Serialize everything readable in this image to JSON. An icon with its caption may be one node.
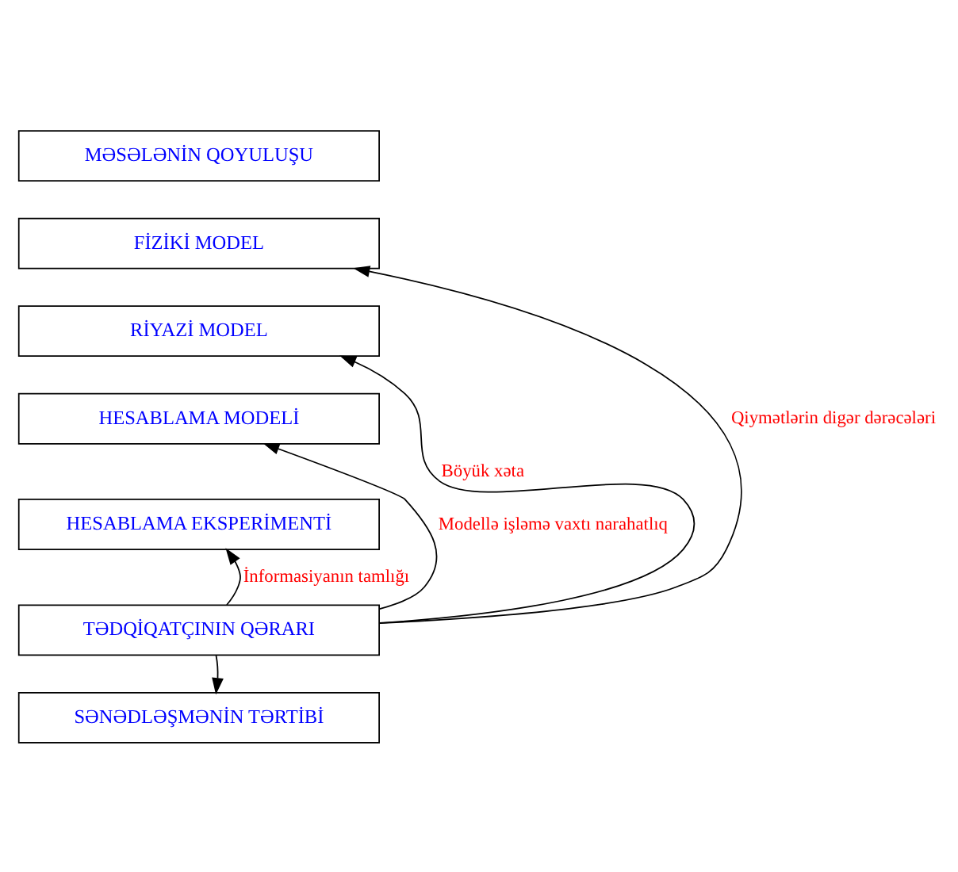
{
  "diagram": {
    "nodes": [
      {
        "text": [
          "MƏSƏLƏNİN QOYULUŞU"
        ]
      },
      {
        "text": [
          "FİZİKİ MODEL"
        ]
      },
      {
        "text": [
          "RİYAZİ MODEL"
        ]
      },
      {
        "text": [
          "HESABLAMA MODELİ"
        ]
      },
      {
        "text": [
          "HESABLAMA EKSPERİMENTİ"
        ]
      },
      {
        "text": [
          "TƏDQİQATÇININ QƏRARI"
        ]
      },
      {
        "text": [
          "SƏNƏDLƏŞMƏNİN TƏRTİBİ"
        ]
      }
    ],
    "edges": [
      {
        "from": 5,
        "to": 2,
        "arrow": "to",
        "label": "Böyük xəta"
      },
      {
        "from": 5,
        "to": 1,
        "arrow": "to",
        "label": "Qiymətlərin digər dərəcələri"
      },
      {
        "from": 5,
        "to": 6,
        "arrow": "to"
      },
      {
        "from": 5,
        "to": 3,
        "arrow": "to",
        "label": "Modellə işləmə vaxtı narahatlıq"
      },
      {
        "from": 5,
        "to": 4,
        "arrow": "to",
        "label": "İnformasiyanın tamlığı"
      }
    ]
  }
}
